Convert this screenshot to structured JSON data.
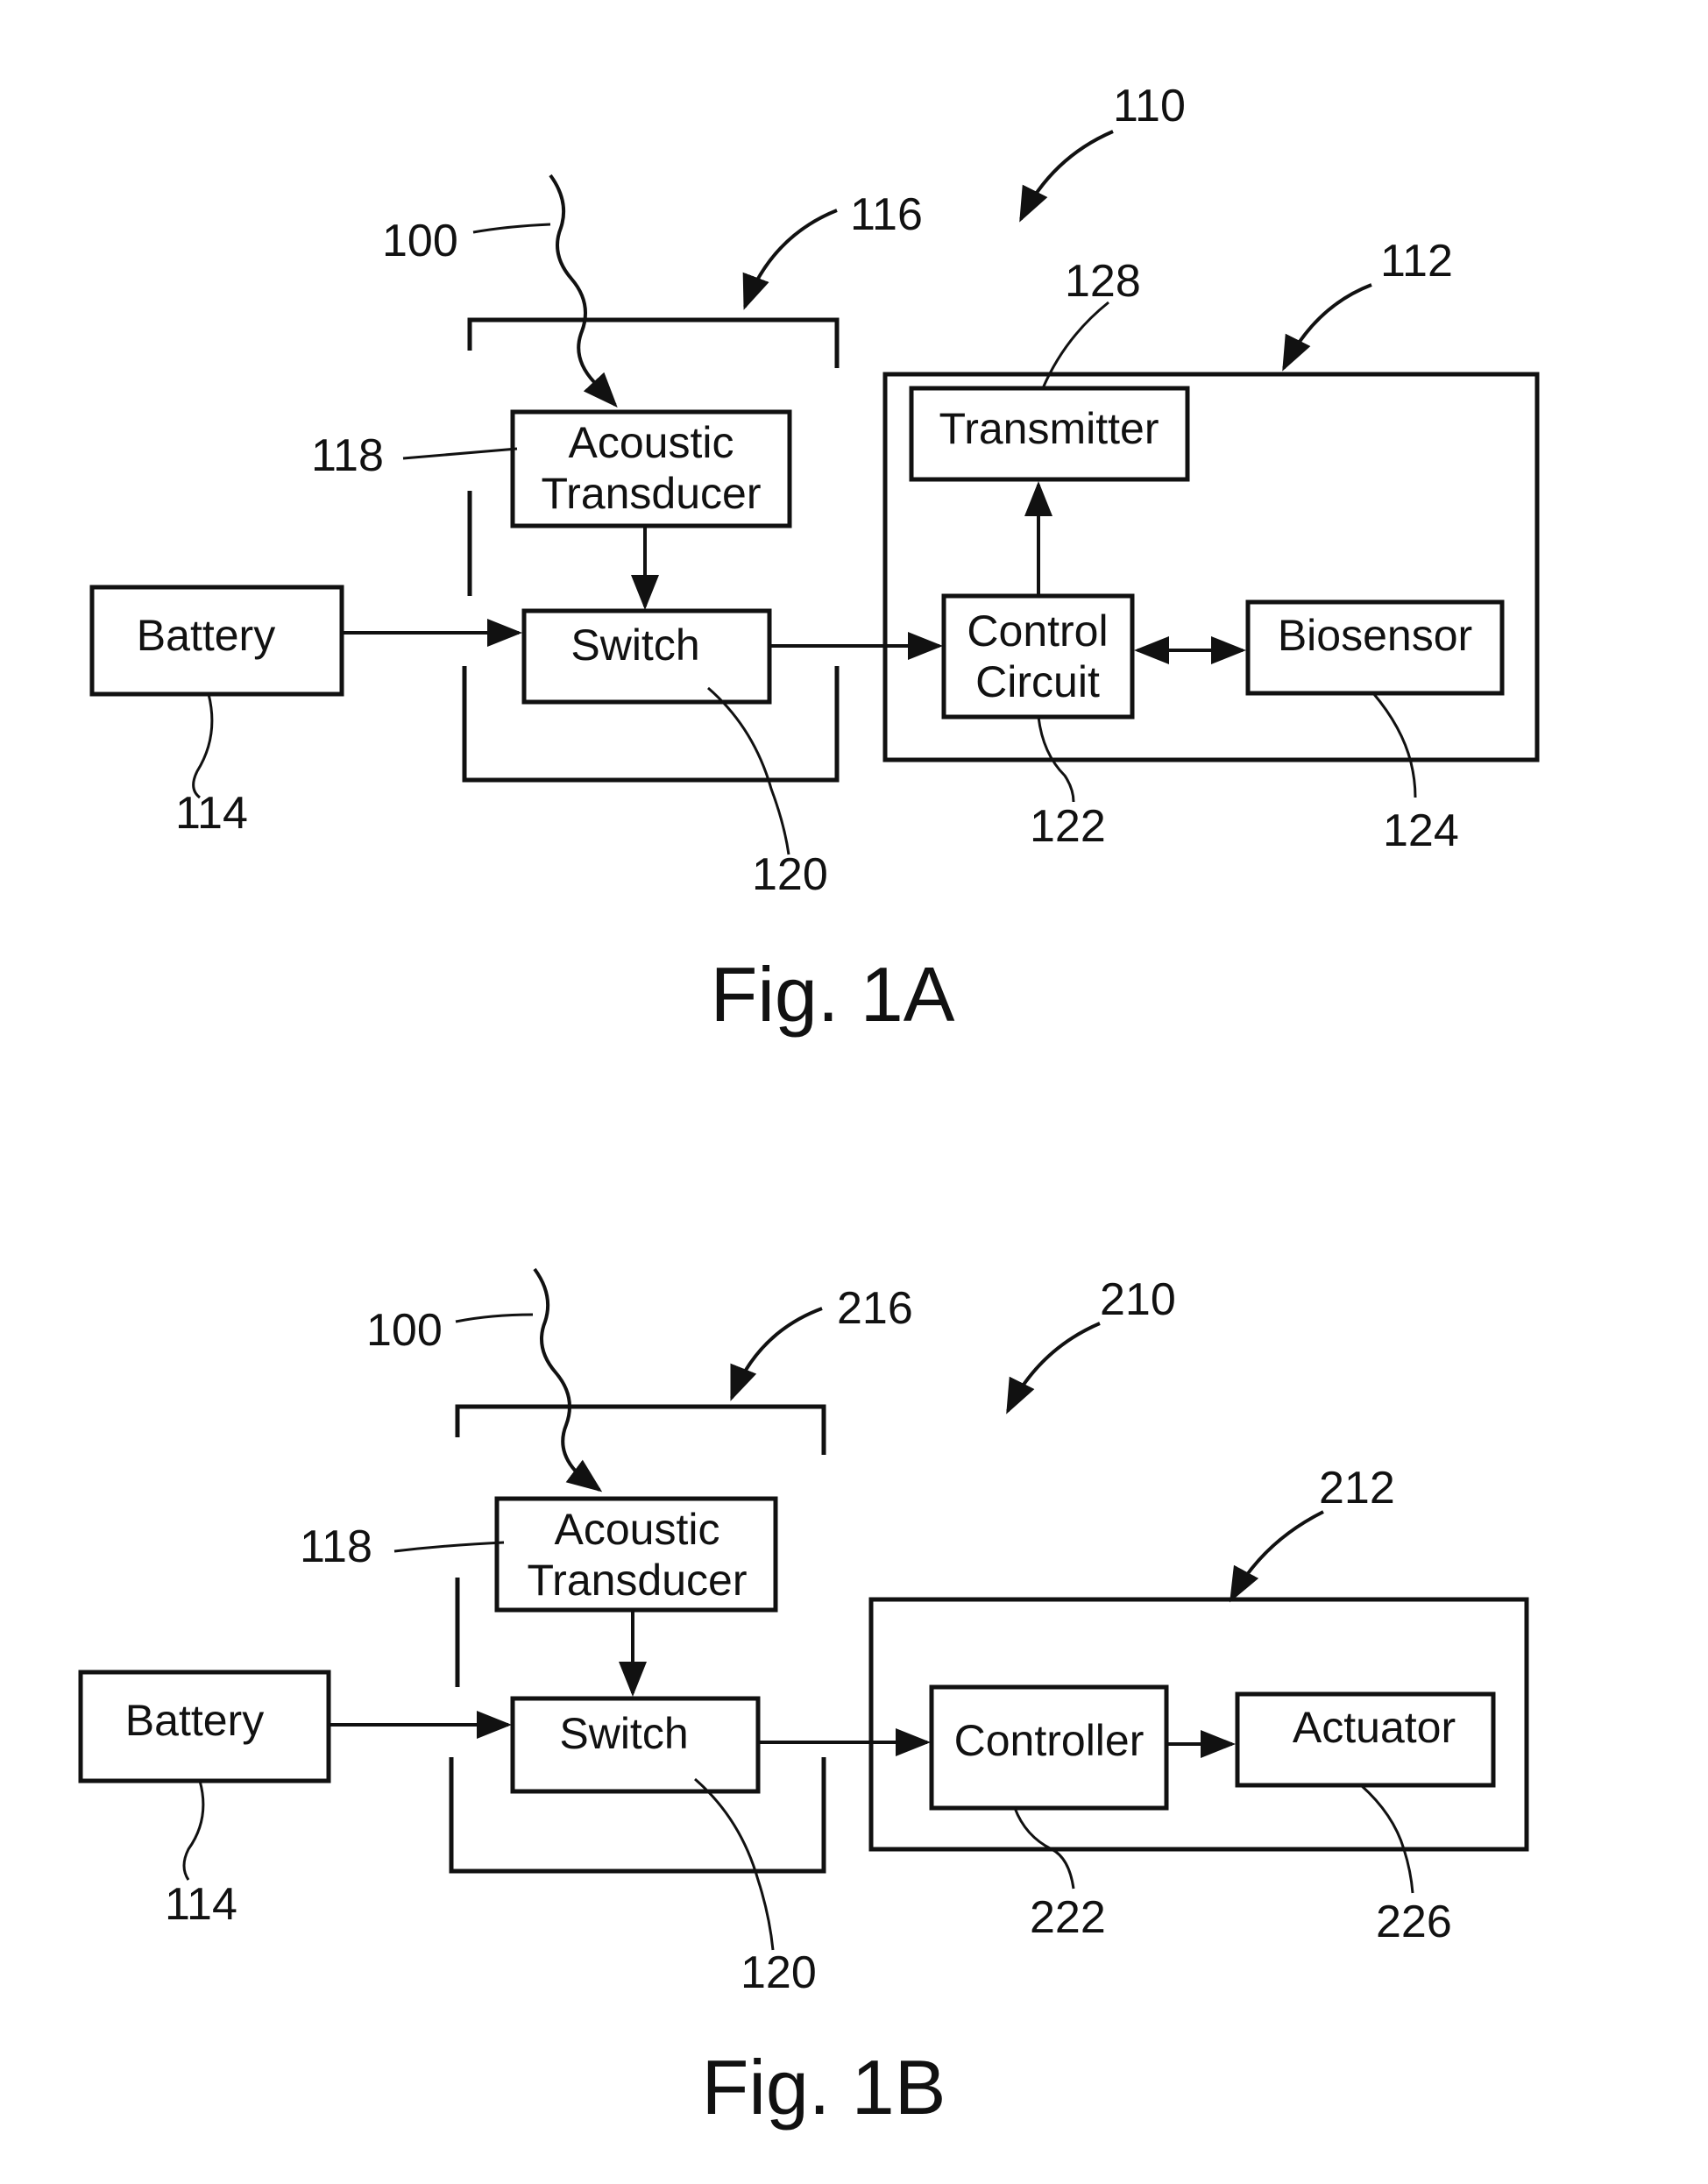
{
  "fig_1a": {
    "caption": "Fig. 1A",
    "refs": {
      "system": "110",
      "signal": "100",
      "switch_unit": "116",
      "implant": "112",
      "transmitter": "128",
      "transducer": "118",
      "battery": "114",
      "switch": "120",
      "control_circuit": "122",
      "biosensor": "124"
    },
    "blocks": {
      "acoustic_line1": "Acoustic",
      "acoustic_line2": "Transducer",
      "battery": "Battery",
      "switch": "Switch",
      "transmitter": "Transmitter",
      "control_line1": "Control",
      "control_line2": "Circuit",
      "biosensor": "Biosensor"
    }
  },
  "fig_1b": {
    "caption": "Fig. 1B",
    "refs": {
      "system": "210",
      "signal": "100",
      "switch_unit": "216",
      "implant": "212",
      "transducer": "118",
      "battery": "114",
      "switch": "120",
      "controller": "222",
      "actuator": "226"
    },
    "blocks": {
      "acoustic_line1": "Acoustic",
      "acoustic_line2": "Transducer",
      "battery": "Battery",
      "switch": "Switch",
      "controller": "Controller",
      "actuator": "Actuator"
    }
  }
}
